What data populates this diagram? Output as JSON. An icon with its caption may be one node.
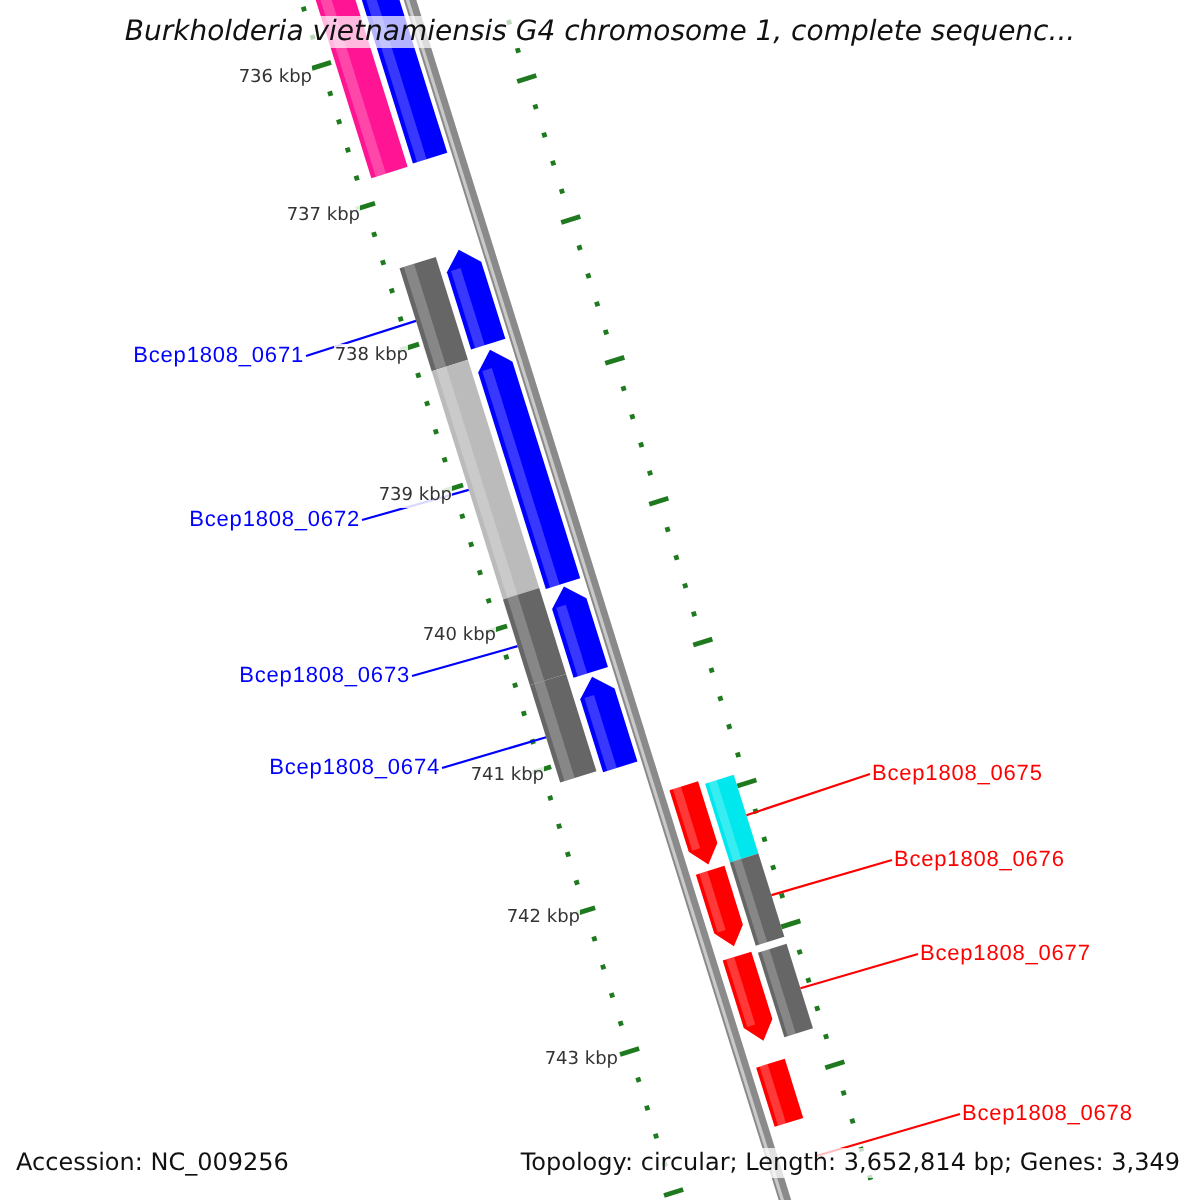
{
  "diagram": {
    "title": "Burkholderia vietnamiensis G4 chromosome 1, complete sequenc...",
    "nodes": [
      {
        "text": [
          "Bcep1808_0671"
        ]
      },
      {
        "text": [
          "Bcep1808_0672"
        ]
      },
      {
        "text": [
          "Bcep1808_0673"
        ]
      },
      {
        "text": [
          "Bcep1808_0674"
        ]
      },
      {
        "text": [
          "Bcep1808_0675"
        ]
      },
      {
        "text": [
          "Bcep1808_0676"
        ]
      },
      {
        "text": [
          "Bcep1808_0677"
        ]
      },
      {
        "text": [
          "Bcep1808_0678"
        ]
      },
      {
        "text": [],
        "shape": "bar"
      },
      {
        "text": [],
        "shape": "bar"
      },
      {
        "text": [],
        "shape": "bar"
      },
      {
        "text": [],
        "shape": "bar"
      },
      {
        "text": [],
        "shape": "bar"
      },
      {
        "text": [],
        "shape": "bar"
      },
      {
        "text": [],
        "shape": "bar"
      },
      {
        "text": [],
        "shape": "bar"
      }
    ],
    "edges": [
      {
        "from": 0,
        "to": 8,
        "arrow": "none",
        "color": "#0000ff"
      },
      {
        "from": 1,
        "to": 9,
        "arrow": "none",
        "color": "#0000ff"
      },
      {
        "from": 2,
        "to": 10,
        "arrow": "none",
        "color": "#0000ff"
      },
      {
        "from": 3,
        "to": 11,
        "arrow": "none",
        "color": "#0000ff"
      },
      {
        "from": 4,
        "to": 12,
        "arrow": "none",
        "color": "#ff0000"
      },
      {
        "from": 5,
        "to": 13,
        "arrow": "none",
        "color": "#ff0000"
      },
      {
        "from": 6,
        "to": 14,
        "arrow": "none",
        "color": "#ff0000"
      },
      {
        "from": 7,
        "to": 15,
        "arrow": "none",
        "color": "#ff0000"
      }
    ],
    "labels": [
      "736 kbp",
      "737 kbp",
      "738 kbp",
      "739 kbp",
      "740 kbp",
      "741 kbp",
      "742 kbp",
      "743 kbp",
      "Accession: NC_009256",
      "Topology: circular; Length: 3,652,814 bp; Genes: 3,349"
    ]
  }
}
